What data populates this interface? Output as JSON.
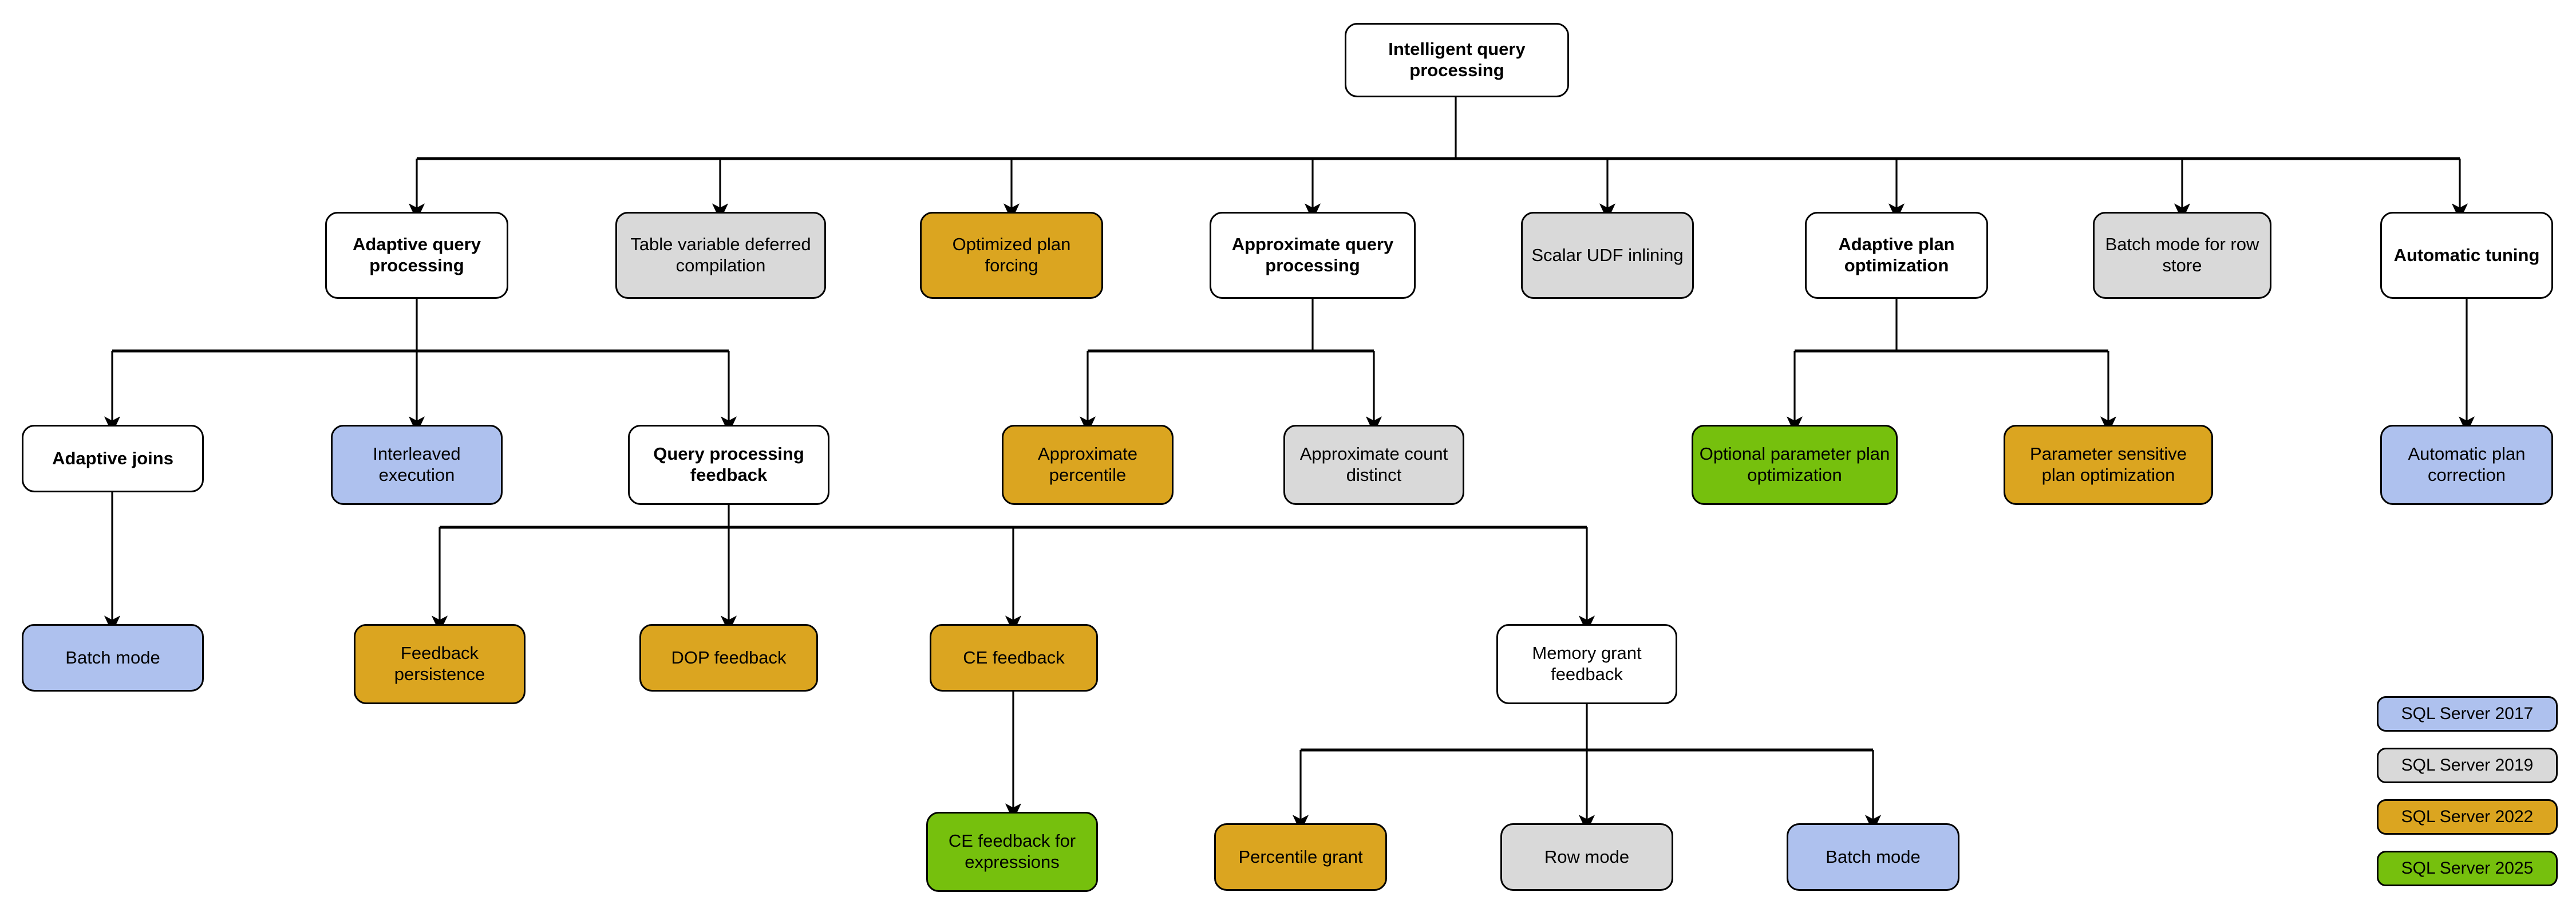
{
  "diagram": {
    "title": "Intelligent query processing",
    "colors": {
      "sql2017": "#AEC1EE",
      "sql2019": "#D9D9D9",
      "sql2022": "#DBA520",
      "sql2025": "#76C00D",
      "generic": "#FFFFFF",
      "line": "#000000"
    },
    "nodes": {
      "root": "Intelligent query processing",
      "adaptive_query_processing": "Adaptive query processing",
      "table_variable_deferred_compilation": "Table variable deferred compilation",
      "optimized_plan_forcing": "Optimized plan forcing",
      "approximate_query_processing": "Approximate query processing",
      "scalar_udf_inlining": "Scalar UDF inlining",
      "adaptive_plan_optimization": "Adaptive plan optimization",
      "batch_mode_for_row_store": "Batch mode for row store",
      "automatic_tuning": "Automatic tuning",
      "adaptive_joins": "Adaptive joins",
      "interleaved_execution": "Interleaved execution",
      "query_processing_feedback": "Query processing feedback",
      "approximate_percentile": "Approximate percentile",
      "approximate_count_distinct": "Approximate count distinct",
      "optional_parameter_plan_optimization": "Optional parameter plan optimization",
      "parameter_sensitive_plan_optimization": "Parameter sensitive plan optimization",
      "automatic_plan_correction": "Automatic plan correction",
      "batch_mode": "Batch mode",
      "feedback_persistence": "Feedback persistence",
      "dop_feedback": "DOP feedback",
      "ce_feedback": "CE feedback",
      "memory_grant_feedback": "Memory grant feedback",
      "ce_feedback_for_expressions": "CE feedback for expressions",
      "percentile_grant": "Percentile grant",
      "row_mode": "Row mode",
      "batch_mode_mgf": "Batch mode"
    },
    "legend": [
      {
        "label": "SQL Server 2017",
        "swatch": "sql2017"
      },
      {
        "label": "SQL Server 2019",
        "swatch": "sql2019"
      },
      {
        "label": "SQL Server 2022",
        "swatch": "sql2022"
      },
      {
        "label": "SQL Server 2025",
        "swatch": "sql2025"
      }
    ]
  }
}
